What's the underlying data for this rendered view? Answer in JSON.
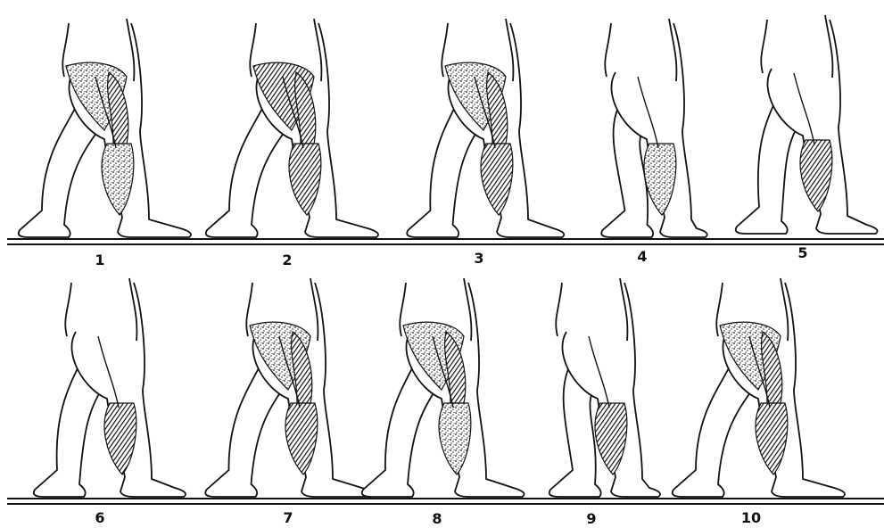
{
  "colors": {
    "ink": "#111111",
    "paper": "#ffffff",
    "muscle_dark": "#1a1a1a",
    "muscle_speckle": "#555555"
  },
  "panels": [
    {
      "label": "1"
    },
    {
      "label": "2"
    },
    {
      "label": "3"
    },
    {
      "label": "4"
    },
    {
      "label": "5"
    },
    {
      "label": "6"
    },
    {
      "label": "7"
    },
    {
      "label": "8"
    },
    {
      "label": "9"
    },
    {
      "label": "10"
    }
  ]
}
